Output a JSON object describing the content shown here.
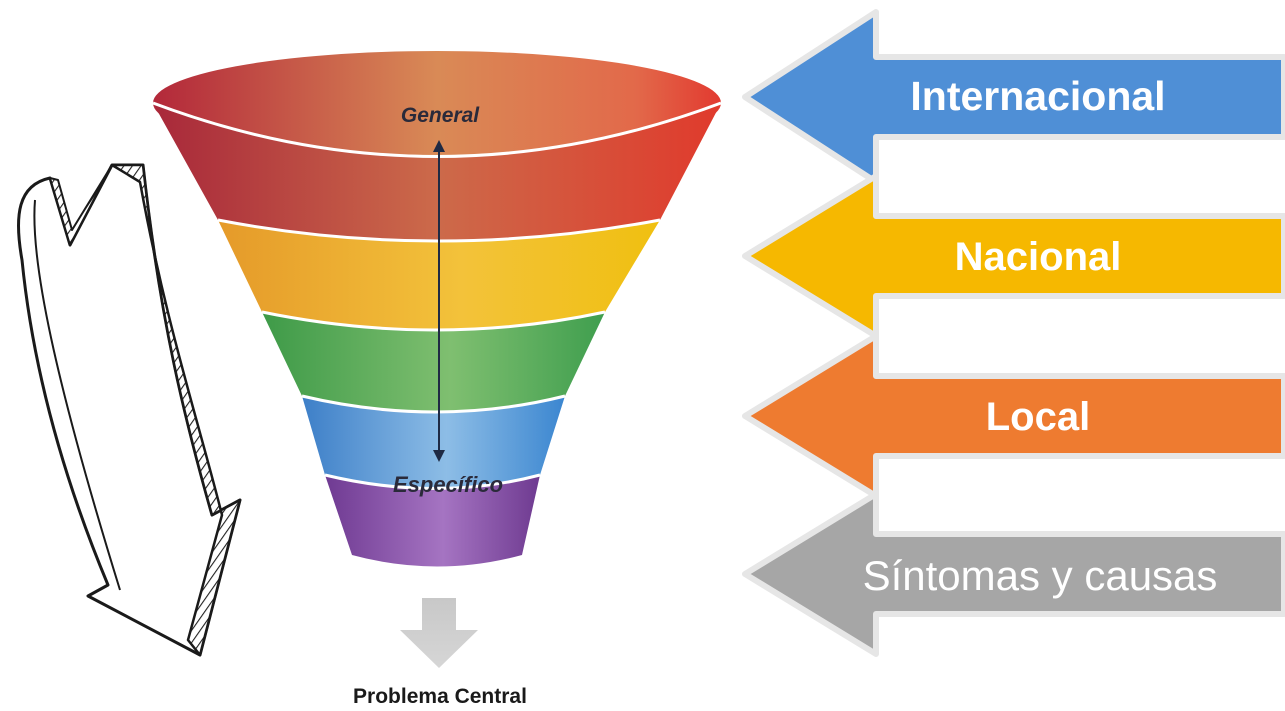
{
  "funnel": {
    "top_label": "General",
    "bottom_label": "Específico",
    "layers": [
      {
        "color": "#c0403c"
      },
      {
        "color": "#f0a020"
      },
      {
        "color": "#45a555"
      },
      {
        "color": "#3f8fd0"
      },
      {
        "color": "#7a3e9a"
      }
    ]
  },
  "output": {
    "label": "Problema Central"
  },
  "levels": [
    {
      "label": "Internacional",
      "color": "#4f8fd6",
      "text_color": "#ffffff"
    },
    {
      "label": "Nacional",
      "color": "#f6b800",
      "text_color": "#ffffff"
    },
    {
      "label": "Local",
      "color": "#ee7b30",
      "text_color": "#ffffff"
    },
    {
      "label": "Síntomas y causas",
      "color": "#a6a6a6",
      "text_color": "#ffffff"
    }
  ]
}
